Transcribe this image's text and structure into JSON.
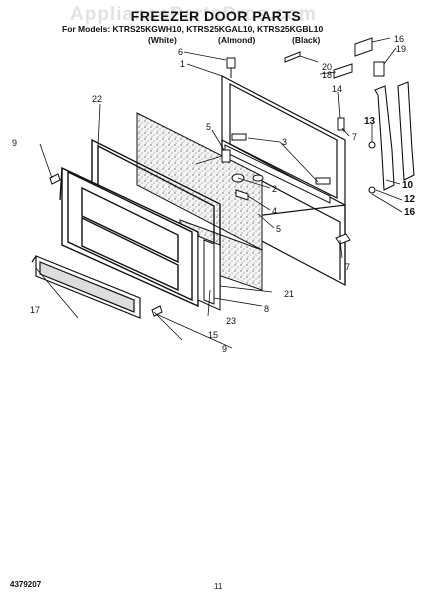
{
  "watermark": "AppliancePartsPros.com",
  "title": "FREEZER DOOR PARTS",
  "models_line": "For Models: KTRS25KGWH10, KTRS25KGAL10, KTRS25KGBL10",
  "variants": {
    "white": "(White)",
    "almond": "(Almond)",
    "black": "(Black)"
  },
  "callouts": {
    "c1": "1",
    "c2": "2",
    "c3": "3",
    "c4": "4",
    "c5a": "5",
    "c5b": "5",
    "c6": "6",
    "c7a": "7",
    "c7b": "7",
    "c8": "8",
    "c9a": "9",
    "c9b": "9",
    "c10": "10",
    "c12": "12",
    "c13": "13",
    "c14": "14",
    "c15": "15",
    "c16a": "16",
    "c16b": "16",
    "c17": "17",
    "c18": "18",
    "c19": "19",
    "c20": "20",
    "c21": "21",
    "c22": "22",
    "c23": "23"
  },
  "footer": {
    "part_number": "4379207",
    "page_number": "11"
  }
}
